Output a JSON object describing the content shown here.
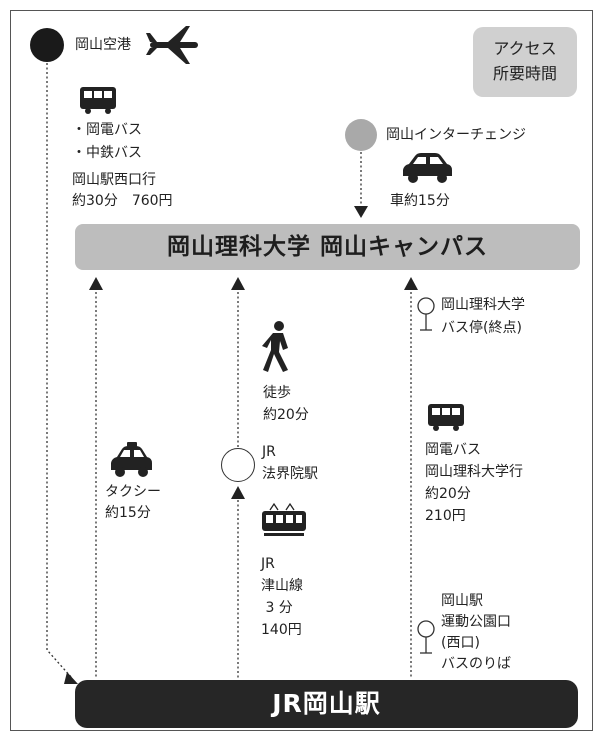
{
  "badge": {
    "line1": "アクセス",
    "line2": "所要時間"
  },
  "airport": {
    "label": "岡山空港",
    "services": [
      "・岡電バス",
      "・中鉄バス"
    ],
    "route": "岡山駅西口行",
    "time_fare": "約30分　760円"
  },
  "interchange": {
    "label": "岡山インターチェンジ",
    "car_time": "車約15分"
  },
  "campus": {
    "name": "岡山理科大学 岡山キャンパス"
  },
  "taxi": {
    "label": "タクシー",
    "time": "約15分"
  },
  "walk": {
    "label": "徒歩",
    "time": "約20分"
  },
  "houkaiin": {
    "line1": "JR",
    "line2": "法界院駅"
  },
  "train": {
    "line1": "JR",
    "line2": "津山線",
    "time": " 3 分",
    "fare": "140円"
  },
  "campus_stop": {
    "line1": "岡山理科大学",
    "line2": "バス停(終点)"
  },
  "campus_bus": {
    "company": "岡電バス",
    "route": "岡山理科大学行",
    "time": "約20分",
    "fare": "210円"
  },
  "station_stop": {
    "line1": "岡山駅",
    "line2": "運動公園口",
    "line3": "(西口)",
    "line4": "バスのりば"
  },
  "station": {
    "name": "JR岡山駅"
  },
  "icons": [
    "airplane-icon",
    "bus-icon",
    "car-icon",
    "walking-person-icon",
    "taxi-icon",
    "train-icon",
    "bus-stop-icon"
  ]
}
